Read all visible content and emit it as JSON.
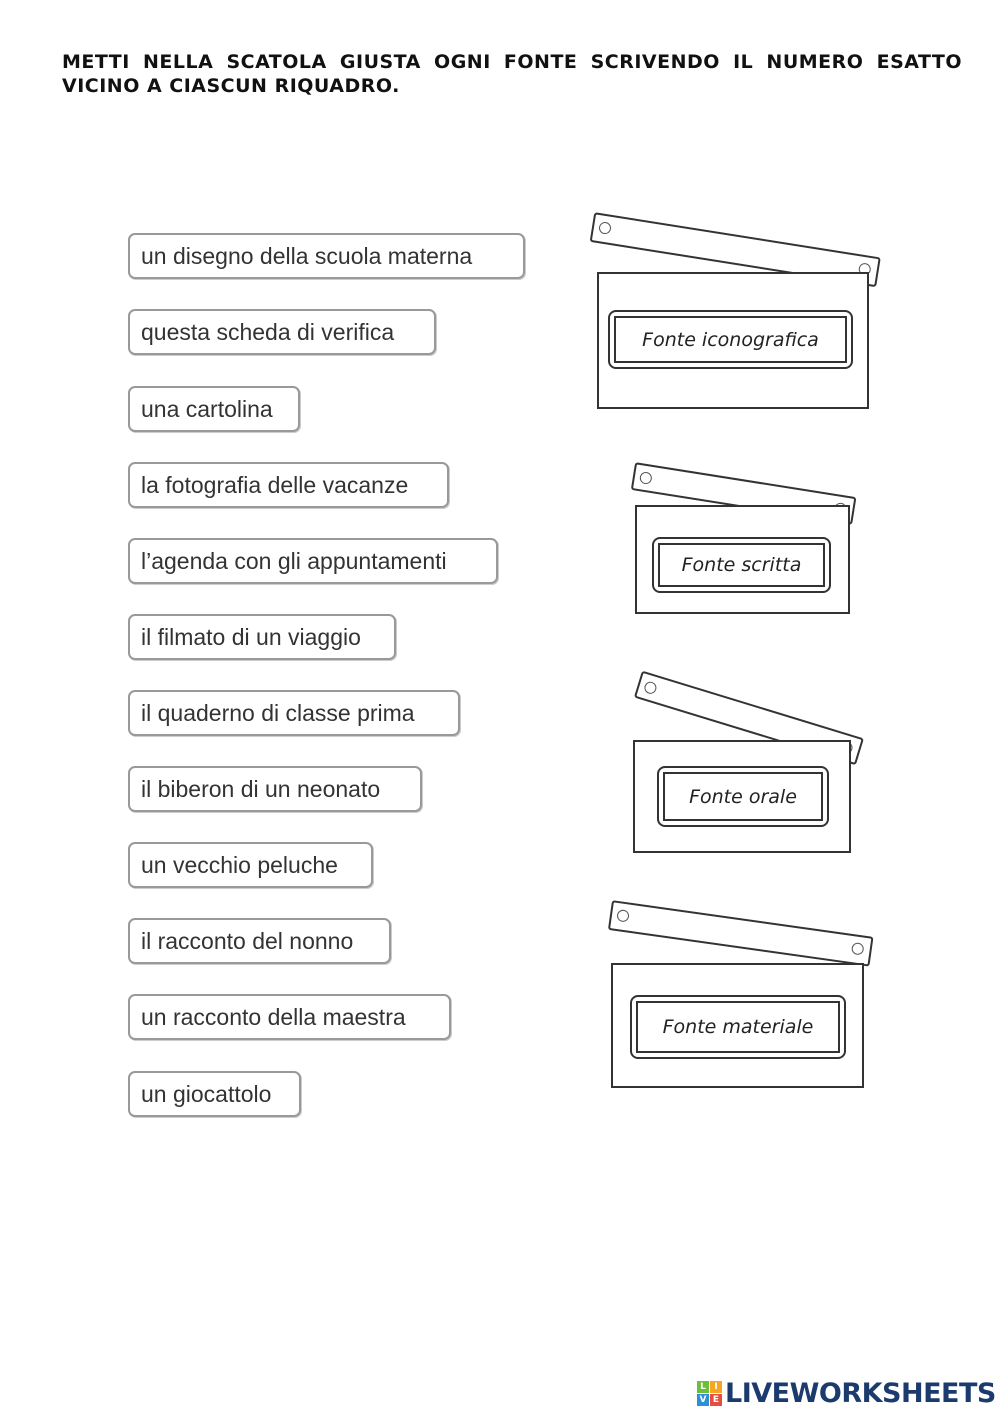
{
  "instructions": "METTI NELLA SCATOLA GIUSTA OGNI FONTE SCRIVENDO IL NUMERO ESATTO VICINO A CIASCUN RIQUADRO.",
  "items": [
    "un disegno della scuola materna",
    "questa scheda di verifica",
    "una cartolina",
    "la fotografia delle vacanze",
    "l’agenda con gli appuntamenti",
    "il filmato di un viaggio",
    "il quaderno di classe prima",
    "il biberon di un neonato",
    "un vecchio peluche",
    "il racconto del nonno",
    "un racconto della maestra",
    "un giocattolo"
  ],
  "boxes": [
    "Fonte iconografica",
    "Fonte scritta",
    "Fonte orale",
    "Fonte materiale"
  ],
  "logo": {
    "letters": [
      "L",
      "I",
      "V",
      "E"
    ],
    "text": "LIVEWORKSHEETS",
    "colors": [
      "#6cbf3b",
      "#f5a623",
      "#2d8fd5",
      "#e94b3c"
    ]
  }
}
